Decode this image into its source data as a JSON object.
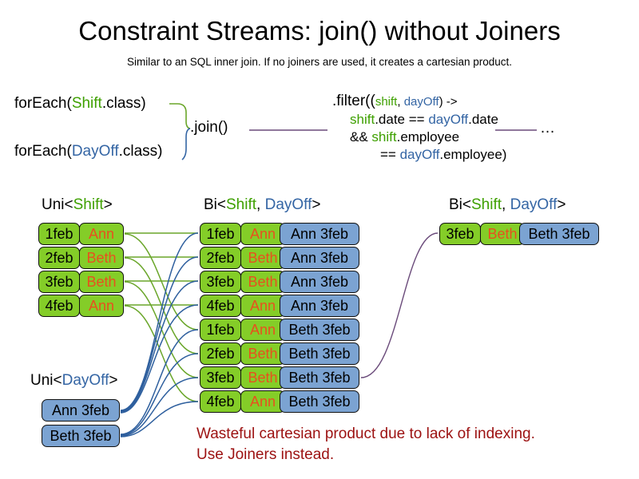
{
  "slide": {
    "title": "Constraint Streams: join() without Joiners",
    "subtitle": "Similar to an SQL inner join. If no joiners are used, it creates a cartesian product."
  },
  "colors": {
    "shift_green": "#3ea000",
    "dayoff_blue": "#3465a4",
    "cell_green": "#84cd28",
    "cell_blue": "#7ba3d2",
    "name_orange": "#e8501e",
    "warning_red": "#9c1111",
    "wire_green": "#6aa62a",
    "wire_blue": "#2e5f9e",
    "wire_purple": "#6a4a7a"
  },
  "code": {
    "foreach_shift": {
      "prefix": "forEach(",
      "type": "Shift",
      "suffix": ".class)"
    },
    "foreach_dayoff": {
      "prefix": "forEach(",
      "type": "DayOff",
      "suffix": ".class)"
    },
    "join_label": ".join()",
    "ellipsis": "…",
    "filter": {
      "line1_a": ".filter((",
      "line1_shift": "shift",
      "line1_comma": ", ",
      "line1_dayoff": "dayOff",
      "line1_b": ") ->",
      "line2_shift": "shift",
      "line2_mid": ".date == ",
      "line2_dayoff": "dayOff",
      "line2_end": ".date",
      "line3_a": "&& ",
      "line3_shift": "shift",
      "line3_end": ".employee",
      "line4_a": "== ",
      "line4_dayoff": "dayOff",
      "line4_end": ".employee)"
    }
  },
  "captions": {
    "uni_shift": {
      "pre": "Uni<",
      "type": "Shift",
      "post": ">"
    },
    "bi_center": {
      "pre": "Bi<",
      "type_a": "Shift",
      "sep": ", ",
      "type_b": "DayOff",
      "post": ">"
    },
    "bi_right": {
      "pre": "Bi<",
      "type_a": "Shift",
      "sep": ", ",
      "type_b": "DayOff",
      "post": ">"
    },
    "uni_dayoff": {
      "pre": "Uni<",
      "type": "DayOff",
      "post": ">"
    }
  },
  "shift_stream": [
    {
      "date": "1feb",
      "employee": "Ann"
    },
    {
      "date": "2feb",
      "employee": "Beth"
    },
    {
      "date": "3feb",
      "employee": "Beth"
    },
    {
      "date": "4feb",
      "employee": "Ann"
    }
  ],
  "dayoff_stream": [
    {
      "label": "Ann 3feb"
    },
    {
      "label": "Beth 3feb"
    }
  ],
  "cartesian_product": [
    {
      "date": "1feb",
      "employee": "Ann",
      "dayoff": "Ann 3feb"
    },
    {
      "date": "2feb",
      "employee": "Beth",
      "dayoff": "Ann 3feb"
    },
    {
      "date": "3feb",
      "employee": "Beth",
      "dayoff": "Ann 3feb"
    },
    {
      "date": "4feb",
      "employee": "Ann",
      "dayoff": "Ann 3feb"
    },
    {
      "date": "1feb",
      "employee": "Ann",
      "dayoff": "Beth 3feb"
    },
    {
      "date": "2feb",
      "employee": "Beth",
      "dayoff": "Beth 3feb"
    },
    {
      "date": "3feb",
      "employee": "Beth",
      "dayoff": "Beth 3feb"
    },
    {
      "date": "4feb",
      "employee": "Ann",
      "dayoff": "Beth 3feb"
    }
  ],
  "filtered_result": [
    {
      "date": "3feb",
      "employee": "Beth",
      "dayoff": "Beth 3feb"
    }
  ],
  "warning": {
    "line1": "Wasteful cartesian product due to lack of indexing.",
    "line2": "Use Joiners instead."
  }
}
